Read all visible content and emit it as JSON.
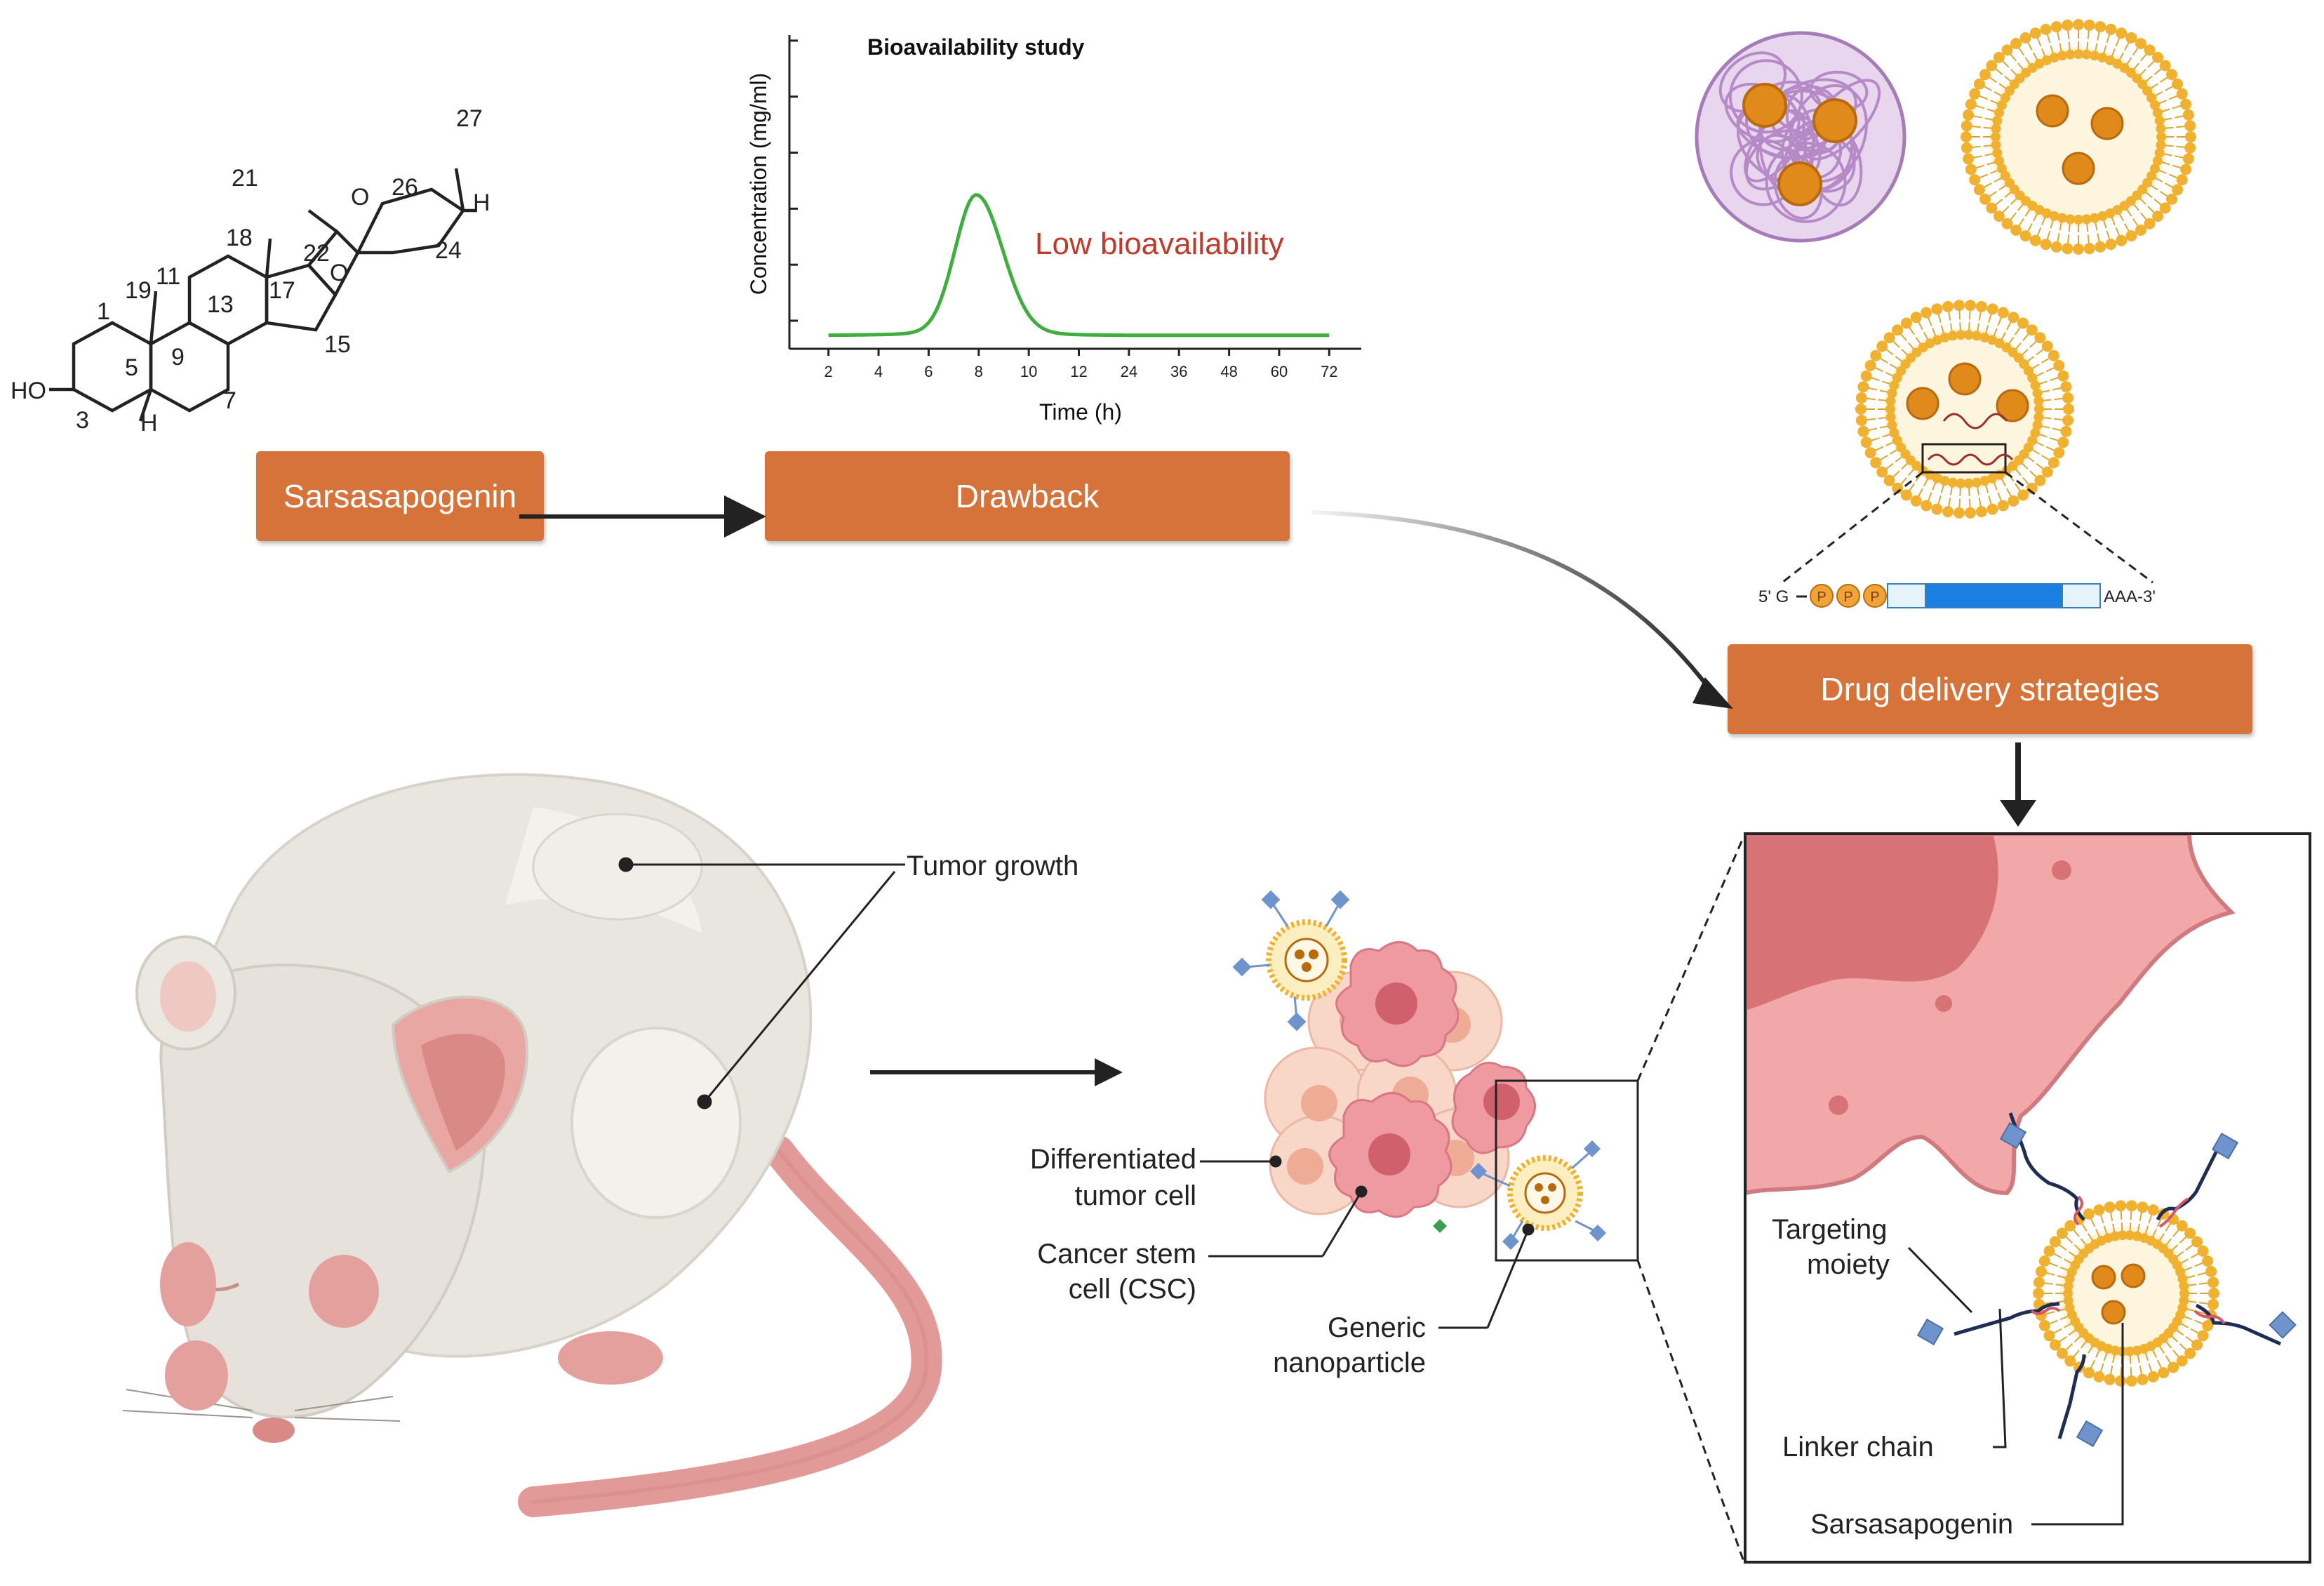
{
  "chemistry": {
    "labels": [
      "1",
      "3",
      "5",
      "7",
      "9",
      "11",
      "13",
      "15",
      "17",
      "18",
      "19",
      "21",
      "22",
      "24",
      "26",
      "27"
    ],
    "groups": {
      "hydroxyl": "HO",
      "hydrogen": "H",
      "oxygen": "O"
    }
  },
  "boxes": {
    "sarsasapogenin": "Sarsasapogenin",
    "drawback": "Drawback",
    "drug_delivery": "Drug delivery strategies"
  },
  "chart_data": {
    "type": "line",
    "title": "Bioavailability study",
    "xlabel": "Time (h)",
    "ylabel": "Concentration (mg/ml)",
    "categories": [
      "2",
      "4",
      "6",
      "8",
      "10",
      "12",
      "24",
      "36",
      "48",
      "60",
      "72"
    ],
    "annotation": "Low bioavailability",
    "series": [
      {
        "values": [
          0.12,
          0.14,
          0.3,
          1.35,
          0.55,
          0.16,
          0.12,
          0.12,
          0.12,
          0.12,
          0.12
        ]
      }
    ],
    "ylim": [
      0,
      2.8
    ],
    "grid": false
  },
  "mrna": {
    "cap": "5' G",
    "phosphates": [
      "P",
      "P",
      "P"
    ],
    "tail": "AAA-3'"
  },
  "labels": {
    "tumor_growth": "Tumor growth",
    "differentiated_1": "Differentiated",
    "differentiated_2": "tumor cell",
    "csc_1": "Cancer stem",
    "csc_2": "cell (CSC)",
    "generic_1": "Generic",
    "generic_2": "nanoparticle",
    "targeting_1": "Targeting",
    "targeting_2": "moiety",
    "linker": "Linker chain",
    "sarsasapogenin": "Sarsasapogenin"
  },
  "colors": {
    "box": "#d5733a",
    "curve": "#3fae3f",
    "annotation": "#c0392b",
    "liposome": "#f0b030",
    "drug": "#e08a1c",
    "mouse": "#e8e4de",
    "pink": "#e98f8f",
    "ligand": "#6f93cc"
  }
}
